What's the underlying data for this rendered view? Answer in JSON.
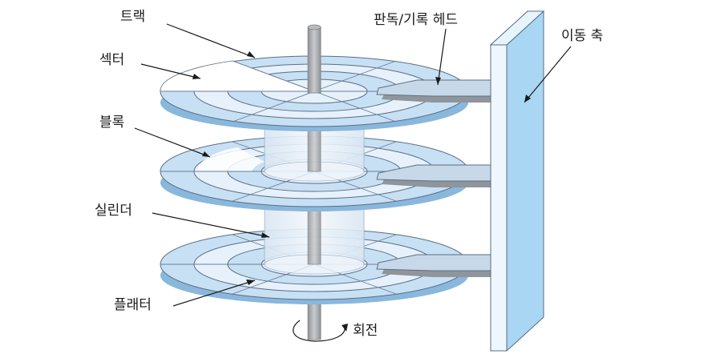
{
  "diagram": {
    "labels": {
      "track": "트랙",
      "sector": "섹터",
      "block": "블록",
      "cylinder": "실린더",
      "platter": "플래터",
      "rotation": "회전",
      "rw_head": "판독/기록 헤드",
      "move_axis": "이동 축"
    },
    "colors": {
      "platter_light": "#e6f1fb",
      "platter_mid": "#c8e0f4",
      "platter_deep": "#a9cdee",
      "outline": "#5a6e86",
      "spindle": "#a7a9ac",
      "axis_front": "#a9d6f2",
      "axis_side": "#dff0fb",
      "arm": "#c7d8e8",
      "arm_shadow": "#8f959b",
      "sector_highlight": "#ffffff",
      "cylinder_fill": "#e8f0f8"
    }
  }
}
